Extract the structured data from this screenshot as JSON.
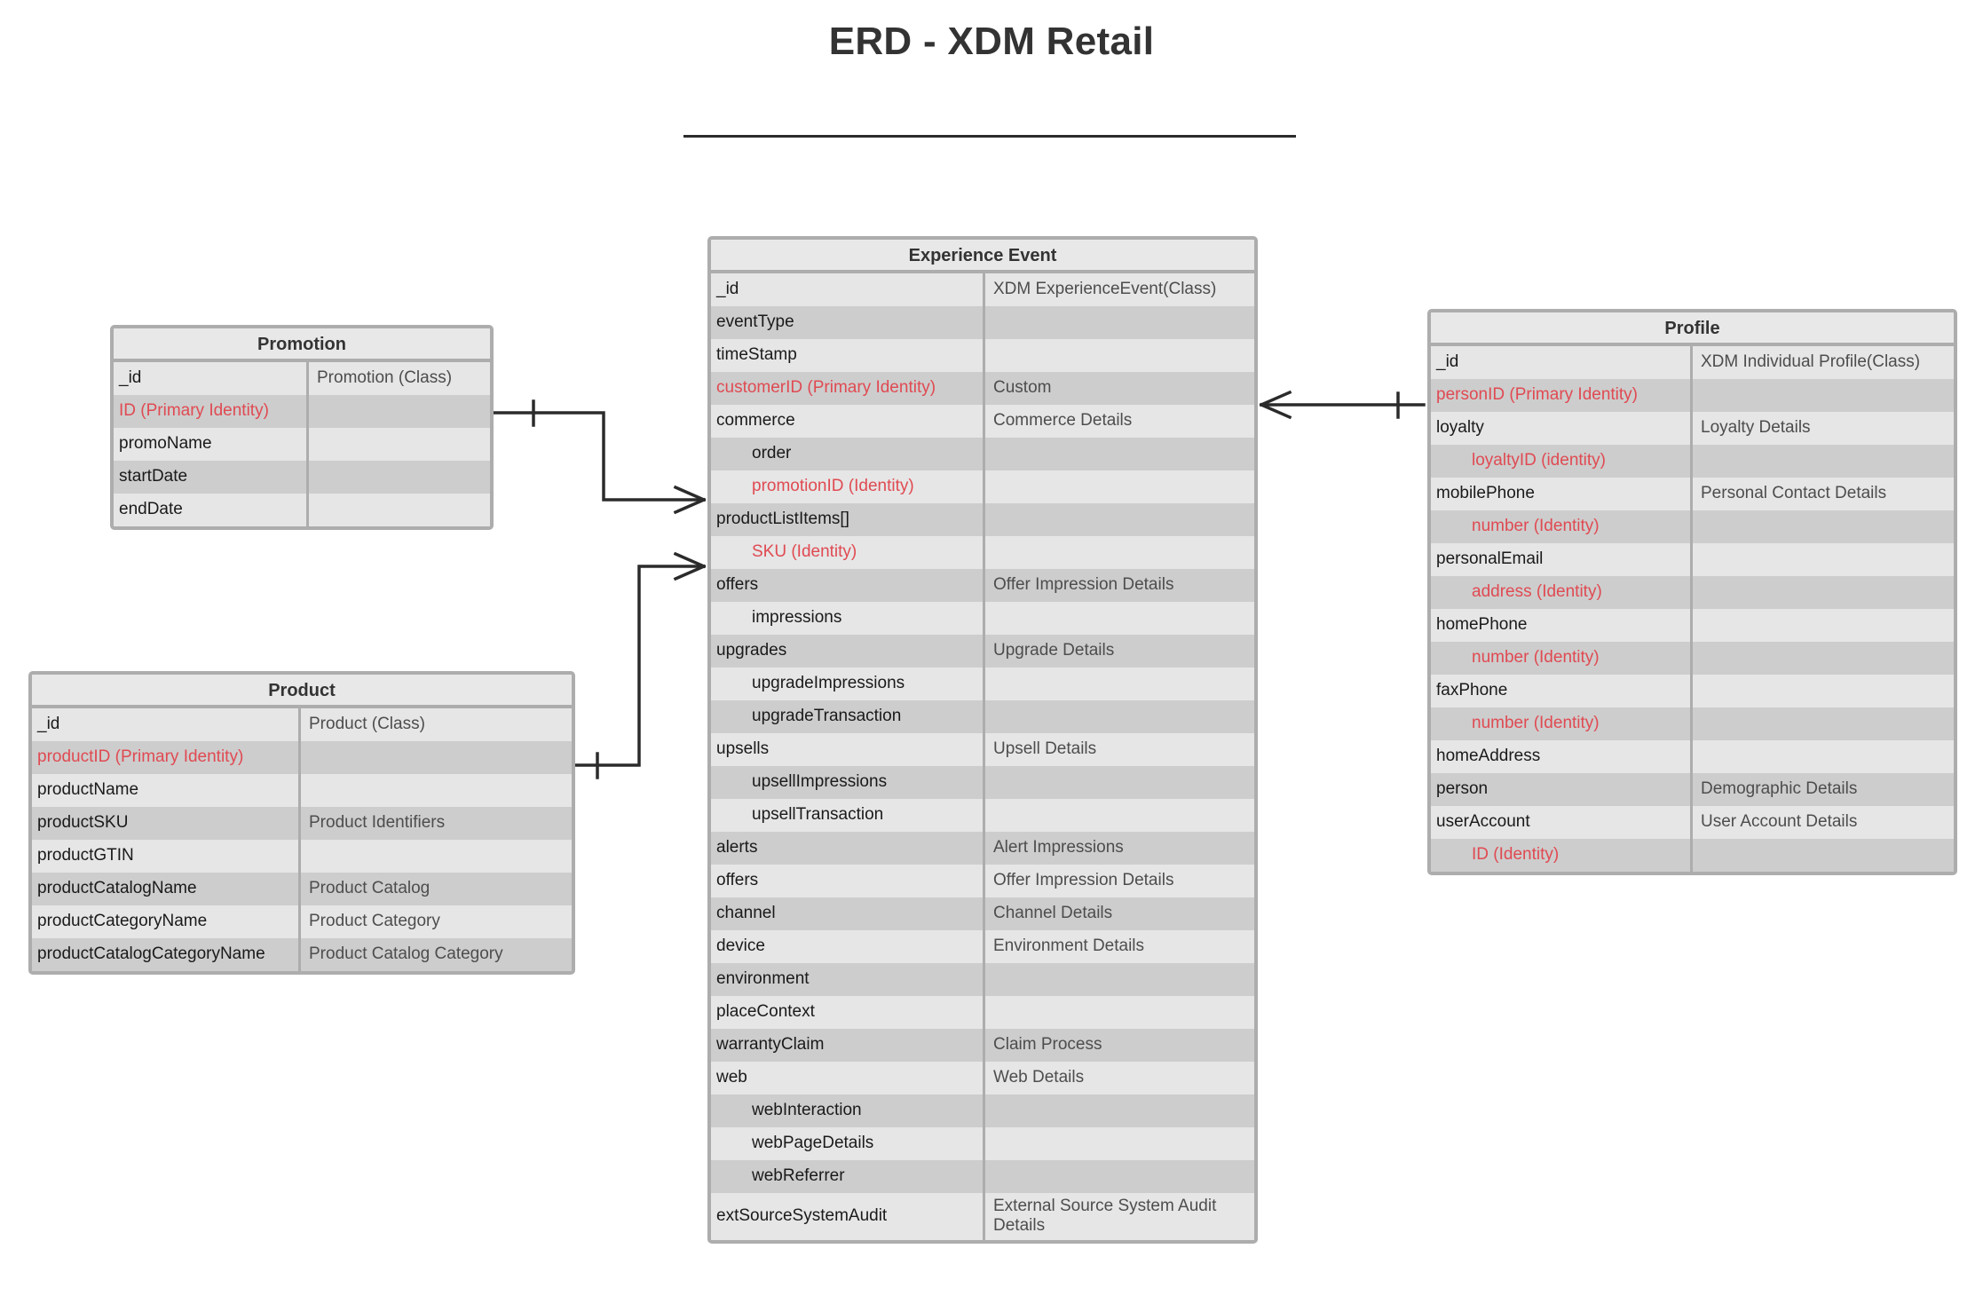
{
  "title": "ERD - XDM Retail",
  "colors": {
    "identity_red": "#e04a52",
    "box_border": "#adadad",
    "row_light": "#e6e6e6",
    "row_dark": "#cdcdcd",
    "header_bg": "#e8e8e8",
    "text": "#1a1a1a",
    "type_text": "#4d4d4d",
    "connector": "#2b2b2b"
  },
  "entities": {
    "promotion": {
      "title": "Promotion",
      "rows": [
        {
          "name": "_id",
          "type": "Promotion (Class)",
          "identity": false,
          "indent": 0
        },
        {
          "name": "ID (Primary Identity)",
          "type": "",
          "identity": true,
          "indent": 0
        },
        {
          "name": "promoName",
          "type": "",
          "identity": false,
          "indent": 0
        },
        {
          "name": "startDate",
          "type": "",
          "identity": false,
          "indent": 0
        },
        {
          "name": "endDate",
          "type": "",
          "identity": false,
          "indent": 0
        }
      ]
    },
    "product": {
      "title": "Product",
      "rows": [
        {
          "name": "_id",
          "type": "Product (Class)",
          "identity": false,
          "indent": 0
        },
        {
          "name": "productID (Primary Identity)",
          "type": "",
          "identity": true,
          "indent": 0
        },
        {
          "name": "productName",
          "type": "",
          "identity": false,
          "indent": 0
        },
        {
          "name": "productSKU",
          "type": "Product Identifiers",
          "identity": false,
          "indent": 0
        },
        {
          "name": "productGTIN",
          "type": "",
          "identity": false,
          "indent": 0
        },
        {
          "name": "productCatalogName",
          "type": "Product Catalog",
          "identity": false,
          "indent": 0
        },
        {
          "name": "productCategoryName",
          "type": "Product Category",
          "identity": false,
          "indent": 0
        },
        {
          "name": "productCatalogCategoryName",
          "type": "Product Catalog Category",
          "identity": false,
          "indent": 0
        }
      ]
    },
    "experience_event": {
      "title": "Experience Event",
      "rows": [
        {
          "name": "_id",
          "type": "XDM ExperienceEvent(Class)",
          "identity": false,
          "indent": 0
        },
        {
          "name": "eventType",
          "type": "",
          "identity": false,
          "indent": 0
        },
        {
          "name": "timeStamp",
          "type": "",
          "identity": false,
          "indent": 0
        },
        {
          "name": "customerID (Primary Identity)",
          "type": "Custom",
          "identity": true,
          "indent": 0
        },
        {
          "name": "commerce",
          "type": "Commerce Details",
          "identity": false,
          "indent": 0
        },
        {
          "name": "order",
          "type": "",
          "identity": false,
          "indent": 1
        },
        {
          "name": "promotionID (Identity)",
          "type": "",
          "identity": true,
          "indent": 1
        },
        {
          "name": "productListItems[]",
          "type": "",
          "identity": false,
          "indent": 0
        },
        {
          "name": "SKU (Identity)",
          "type": "",
          "identity": true,
          "indent": 1
        },
        {
          "name": "offers",
          "type": "Offer Impression Details",
          "identity": false,
          "indent": 0
        },
        {
          "name": "impressions",
          "type": "",
          "identity": false,
          "indent": 1
        },
        {
          "name": "upgrades",
          "type": "Upgrade Details",
          "identity": false,
          "indent": 0
        },
        {
          "name": "upgradeImpressions",
          "type": "",
          "identity": false,
          "indent": 1
        },
        {
          "name": "upgradeTransaction",
          "type": "",
          "identity": false,
          "indent": 1
        },
        {
          "name": "upsells",
          "type": "Upsell Details",
          "identity": false,
          "indent": 0
        },
        {
          "name": "upsellImpressions",
          "type": "",
          "identity": false,
          "indent": 1
        },
        {
          "name": "upsellTransaction",
          "type": "",
          "identity": false,
          "indent": 1
        },
        {
          "name": "alerts",
          "type": "Alert Impressions",
          "identity": false,
          "indent": 0
        },
        {
          "name": "offers",
          "type": "Offer Impression Details",
          "identity": false,
          "indent": 0
        },
        {
          "name": "channel",
          "type": "Channel Details",
          "identity": false,
          "indent": 0
        },
        {
          "name": "device",
          "type": "Environment Details",
          "identity": false,
          "indent": 0
        },
        {
          "name": "environment",
          "type": "",
          "identity": false,
          "indent": 0
        },
        {
          "name": "placeContext",
          "type": "",
          "identity": false,
          "indent": 0
        },
        {
          "name": "warrantyClaim",
          "type": "Claim Process",
          "identity": false,
          "indent": 0
        },
        {
          "name": "web",
          "type": "Web Details",
          "identity": false,
          "indent": 0
        },
        {
          "name": "webInteraction",
          "type": "",
          "identity": false,
          "indent": 1
        },
        {
          "name": "webPageDetails",
          "type": "",
          "identity": false,
          "indent": 1
        },
        {
          "name": "webReferrer",
          "type": "",
          "identity": false,
          "indent": 1
        },
        {
          "name": "extSourceSystemAudit",
          "type": "External Source System Audit Details",
          "identity": false,
          "indent": 0
        }
      ]
    },
    "profile": {
      "title": "Profile",
      "rows": [
        {
          "name": "_id",
          "type": "XDM Individual Profile(Class)",
          "identity": false,
          "indent": 0
        },
        {
          "name": "personID (Primary Identity)",
          "type": "",
          "identity": true,
          "indent": 0
        },
        {
          "name": "loyalty",
          "type": "Loyalty Details",
          "identity": false,
          "indent": 0
        },
        {
          "name": "loyaltyID (identity)",
          "type": "",
          "identity": true,
          "indent": 1
        },
        {
          "name": "mobilePhone",
          "type": "Personal Contact Details",
          "identity": false,
          "indent": 0
        },
        {
          "name": "number (Identity)",
          "type": "",
          "identity": true,
          "indent": 1
        },
        {
          "name": "personalEmail",
          "type": "",
          "identity": false,
          "indent": 0
        },
        {
          "name": "address (Identity)",
          "type": "",
          "identity": true,
          "indent": 1
        },
        {
          "name": "homePhone",
          "type": "",
          "identity": false,
          "indent": 0
        },
        {
          "name": "number (Identity)",
          "type": "",
          "identity": true,
          "indent": 1
        },
        {
          "name": "faxPhone",
          "type": "",
          "identity": false,
          "indent": 0
        },
        {
          "name": "number (Identity)",
          "type": "",
          "identity": true,
          "indent": 1
        },
        {
          "name": "homeAddress",
          "type": "",
          "identity": false,
          "indent": 0
        },
        {
          "name": "person",
          "type": "Demographic Details",
          "identity": false,
          "indent": 0
        },
        {
          "name": "userAccount",
          "type": "User Account Details",
          "identity": false,
          "indent": 0
        },
        {
          "name": "ID (Identity)",
          "type": "",
          "identity": true,
          "indent": 1
        }
      ]
    }
  },
  "relationships": [
    {
      "name": "promotion-to-experience-event",
      "from": "Promotion",
      "to": "Experience Event",
      "from_cardinality": "one",
      "to_cardinality": "many"
    },
    {
      "name": "product-to-experience-event",
      "from": "Product",
      "to": "Experience Event",
      "from_cardinality": "one",
      "to_cardinality": "many"
    },
    {
      "name": "experience-event-to-profile",
      "from": "Experience Event",
      "to": "Profile",
      "from_cardinality": "many",
      "to_cardinality": "one"
    }
  ]
}
